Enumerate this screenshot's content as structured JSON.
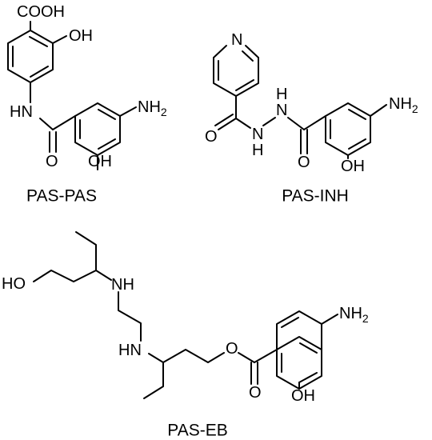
{
  "compounds": [
    {
      "name": "PAS-PAS",
      "atom_labels": {
        "cooh": "COOH",
        "oh_ring1": "OH",
        "nh_amide": "HN",
        "o_carbonyl": "O",
        "oh_ring2": "OH",
        "nh2": "NH2"
      }
    },
    {
      "name": "PAS-INH",
      "atom_labels": {
        "n_pyridine": "N",
        "o_carbonyl1": "O",
        "nh_1": "N",
        "h_1": "H",
        "nh_2": "N",
        "h_2": "H",
        "o_carbonyl2": "O",
        "oh": "OH",
        "nh2": "NH2"
      }
    },
    {
      "name": "PAS-EB",
      "atom_labels": {
        "ho": "HO",
        "nh_upper": "NH",
        "hn_lower": "HN",
        "o_ester": "O",
        "o_carbonyl": "O",
        "oh": "OH",
        "nh2": "NH2"
      }
    }
  ]
}
